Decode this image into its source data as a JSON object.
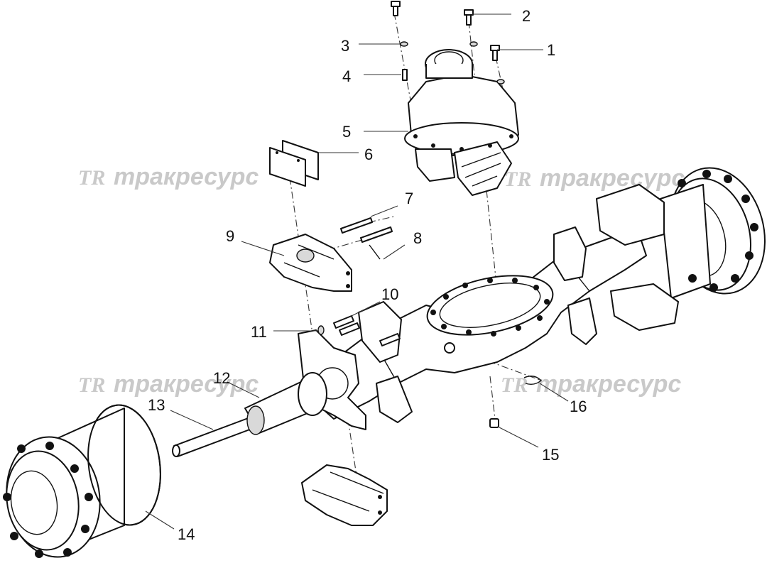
{
  "diagram": {
    "watermark": {
      "logo": "TR",
      "text": "тракресурс"
    },
    "callouts": [
      {
        "id": "c1",
        "label": "1"
      },
      {
        "id": "c2",
        "label": "2"
      },
      {
        "id": "c3",
        "label": "3"
      },
      {
        "id": "c4",
        "label": "4"
      },
      {
        "id": "c5",
        "label": "5"
      },
      {
        "id": "c6",
        "label": "6"
      },
      {
        "id": "c7",
        "label": "7"
      },
      {
        "id": "c8",
        "label": "8"
      },
      {
        "id": "c9",
        "label": "9"
      },
      {
        "id": "c10",
        "label": "10"
      },
      {
        "id": "c11",
        "label": "11"
      },
      {
        "id": "c12",
        "label": "12"
      },
      {
        "id": "c13",
        "label": "13"
      },
      {
        "id": "c14",
        "label": "14"
      },
      {
        "id": "c15",
        "label": "15"
      },
      {
        "id": "c16",
        "label": "16"
      }
    ]
  }
}
